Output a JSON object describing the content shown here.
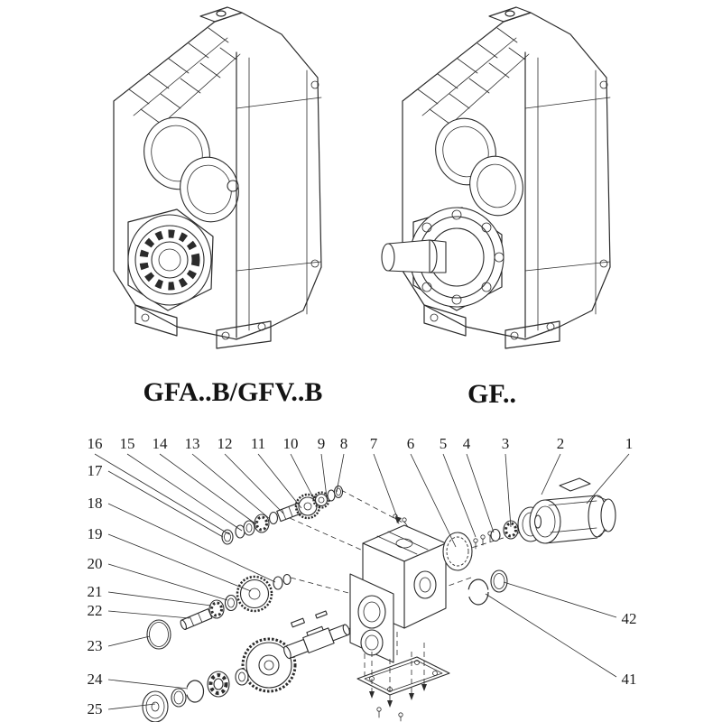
{
  "page": {
    "background": "#ffffff",
    "line_color": "#2b2b2b",
    "description": "Technical catalog page: two isometric gear reducer drawings with model labels and an exploded parts diagram with numbered callouts"
  },
  "drawings": {
    "left": {
      "label": "GFA..B/GFV..B"
    },
    "right": {
      "label": "GF.."
    }
  },
  "exploded": {
    "top_row": [
      "16",
      "15",
      "14",
      "13",
      "12",
      "11",
      "10",
      "9",
      "8",
      "7",
      "6",
      "5",
      "4",
      "3",
      "2",
      "1"
    ],
    "left_column": [
      "17",
      "18",
      "19",
      "20",
      "21",
      "22",
      "23",
      "24",
      "25"
    ],
    "right_column": [
      "42",
      "41"
    ]
  }
}
